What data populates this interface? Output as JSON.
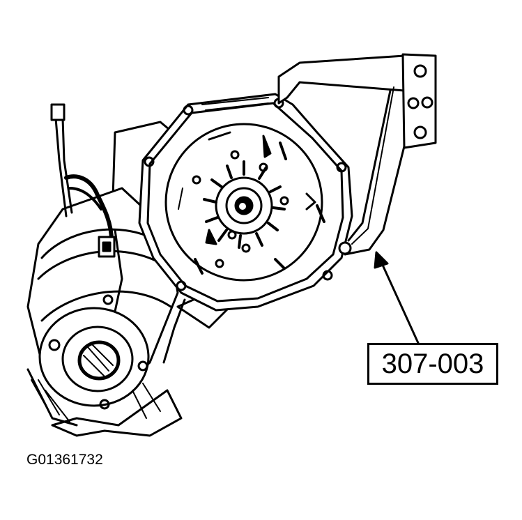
{
  "figure": {
    "part_number_label": "307-003",
    "figure_id": "G01361732"
  },
  "colors": {
    "line": "#000000",
    "background": "#ffffff"
  },
  "icons": {
    "tool": "holding-fixture-bracket",
    "assembly": "transmission-transfer-case-housing"
  }
}
